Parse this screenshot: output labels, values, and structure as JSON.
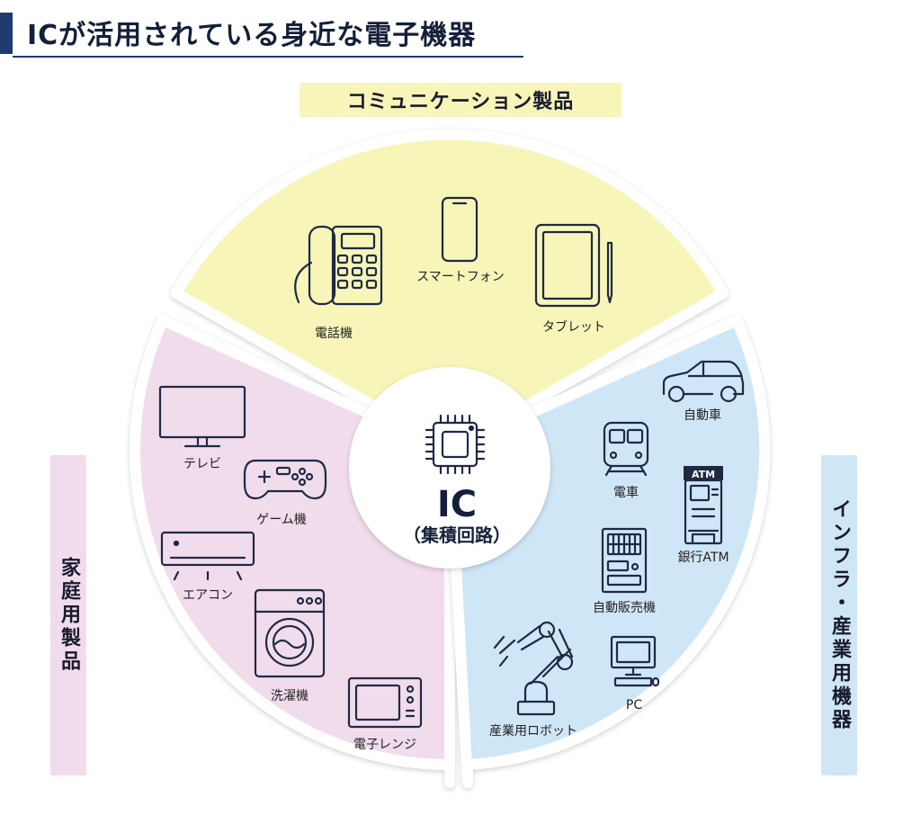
{
  "title": "ICが活用されている身近な電子機器",
  "center": {
    "main": "IC",
    "sub": "（集積回路）"
  },
  "categories": {
    "communication": "コミュニケーション製品",
    "home": "家庭用製品",
    "infra": "インフラ・産業用機器"
  },
  "items": {
    "phone": "電話機",
    "smartphone": "スマートフォン",
    "tablet": "タブレット",
    "tv": "テレビ",
    "game": "ゲーム機",
    "aircon": "エアコン",
    "washer": "洗濯機",
    "microwave": "電子レンジ",
    "car": "自動車",
    "train": "電車",
    "atm": "銀行ATM",
    "atm_sign": "ATM",
    "vending": "自動販売機",
    "pc": "PC",
    "robot": "産業用ロボット"
  },
  "colors": {
    "communication": "#f7f5b8",
    "home": "#f1dcec",
    "infra": "#cfe6f6",
    "accent": "#1e3a6e"
  }
}
